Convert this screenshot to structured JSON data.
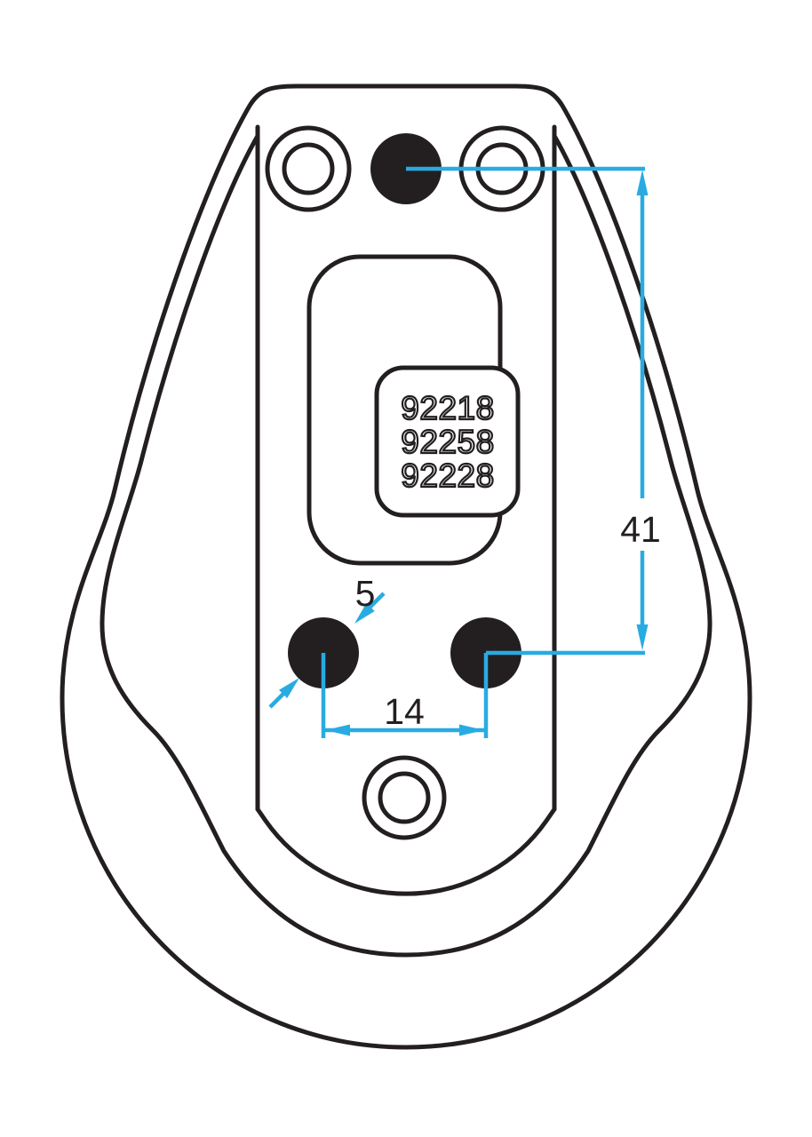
{
  "diagram": {
    "type": "technical-drawing",
    "subject": "pulley-block-front-view",
    "part_numbers": [
      "92218",
      "92258",
      "92228"
    ],
    "dimensions": {
      "vertical_length": "41",
      "hole_spacing": "14",
      "hole_diameter": "5"
    },
    "colors": {
      "ink": "#231f20",
      "accent": "#29abe2",
      "background": "#ffffff"
    }
  }
}
